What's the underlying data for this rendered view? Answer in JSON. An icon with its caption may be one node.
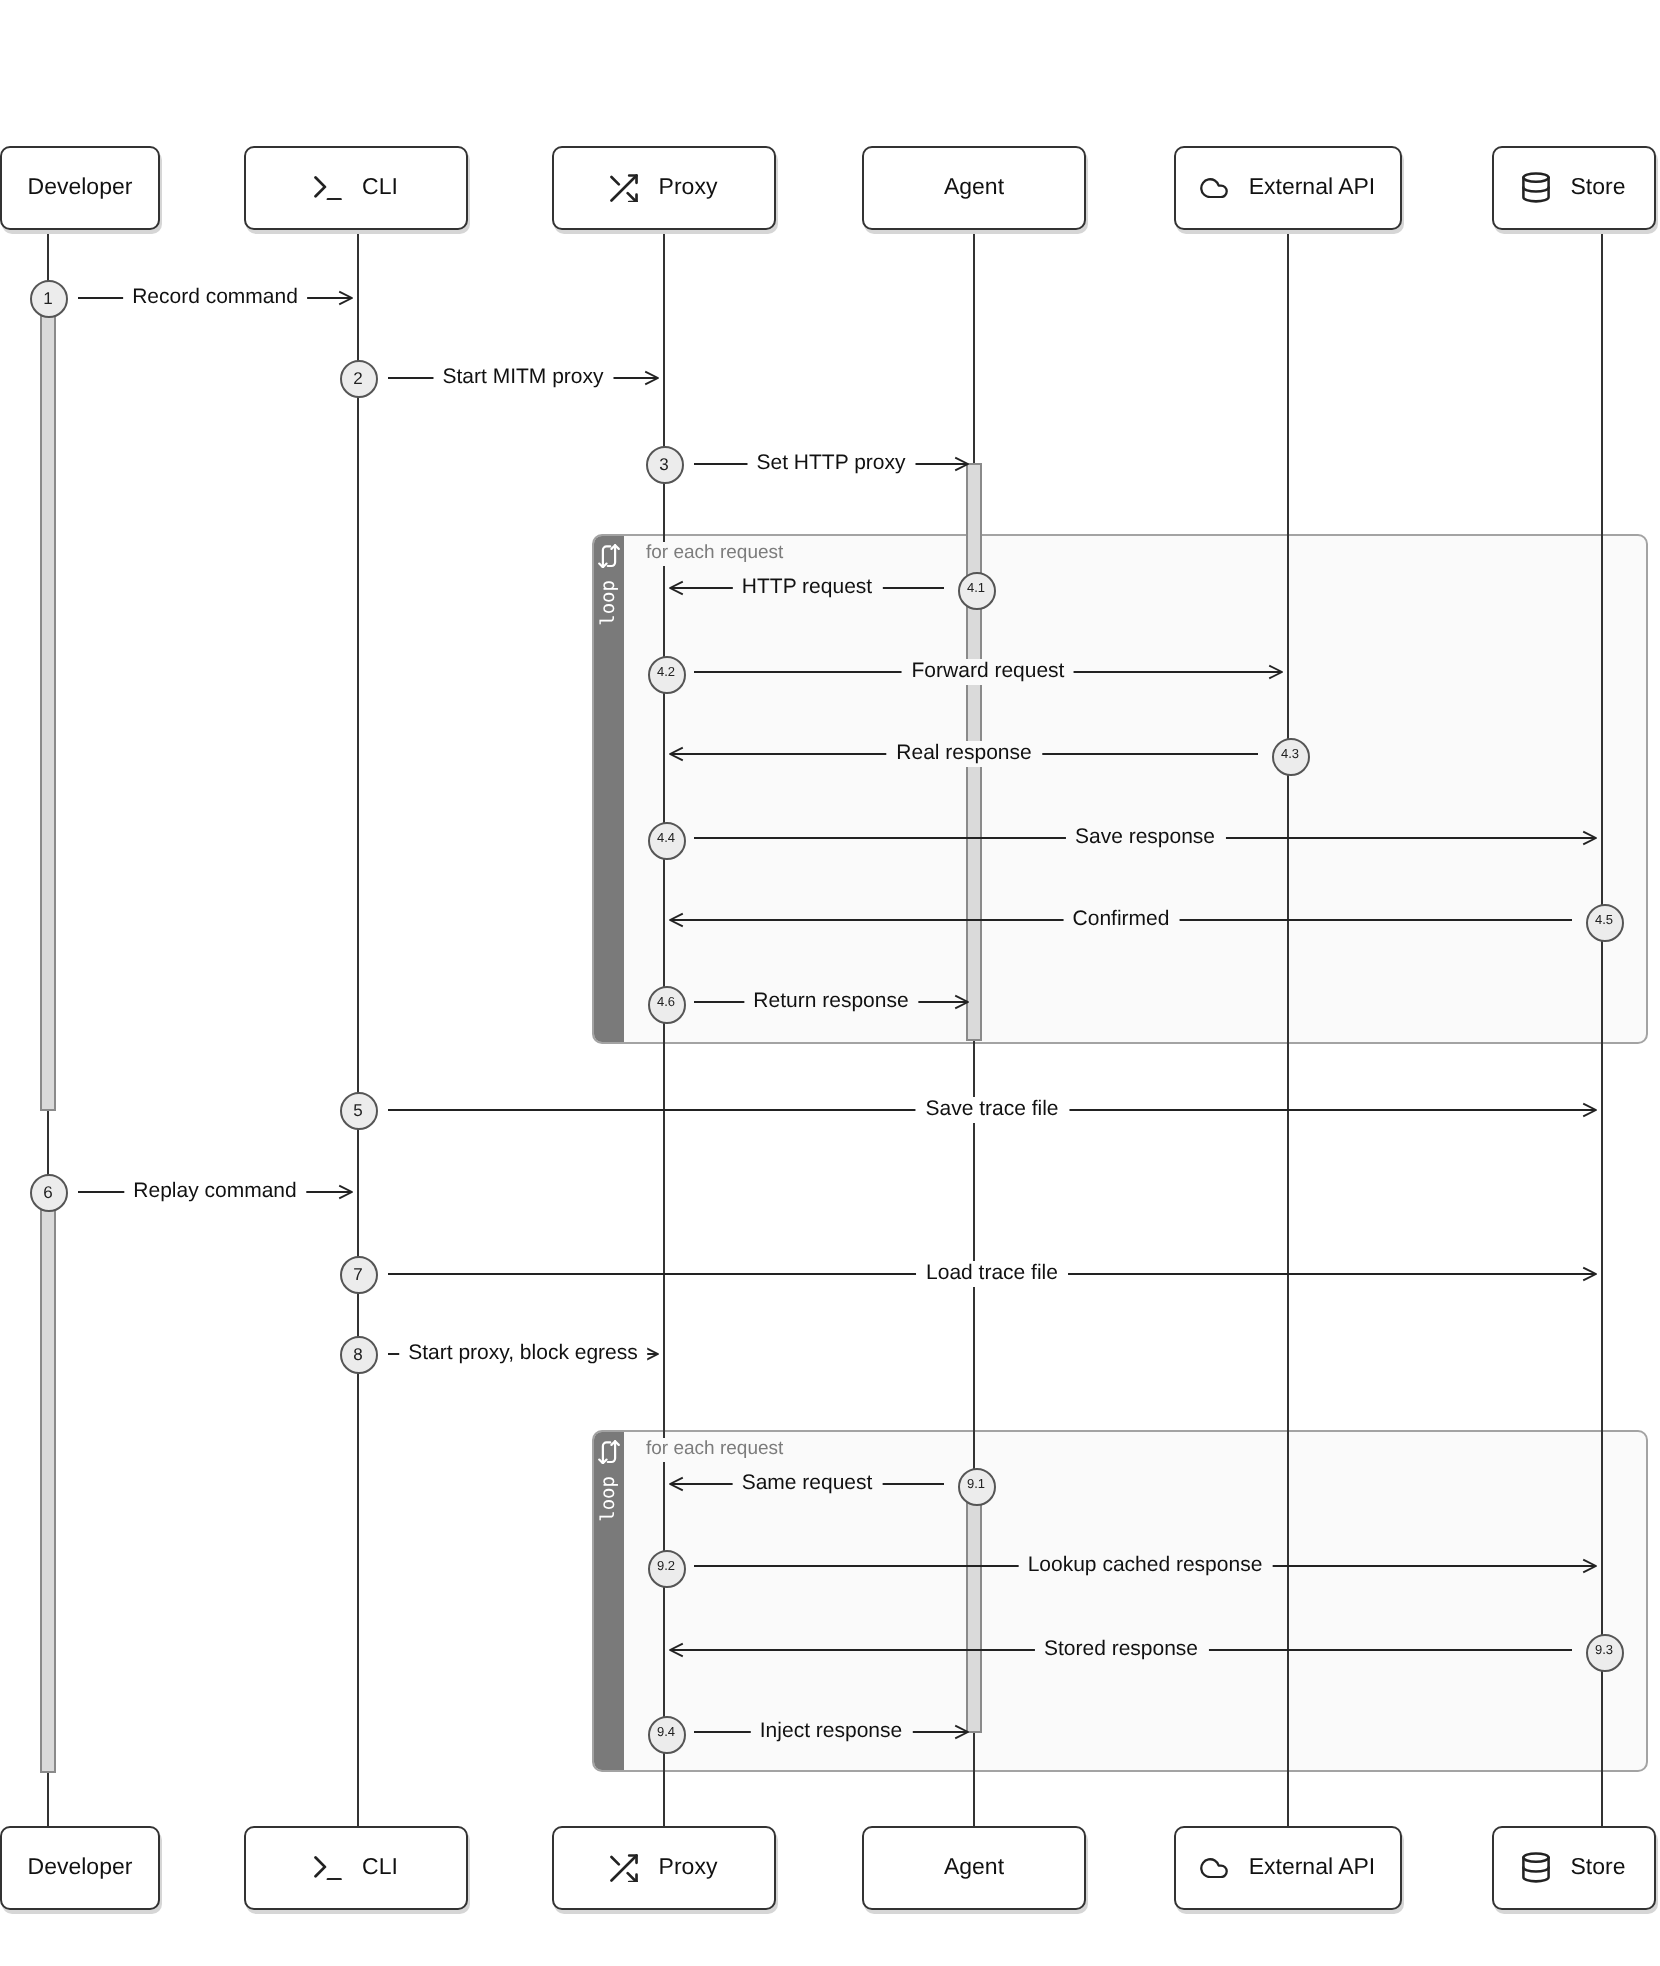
{
  "diagram": {
    "nodes": [
      {
        "text": [
          "Developer"
        ]
      },
      {
        "text": [
          "CLI"
        ]
      },
      {
        "text": [
          "Proxy"
        ]
      },
      {
        "text": [
          "Agent"
        ]
      },
      {
        "text": [
          "External API"
        ]
      },
      {
        "text": [
          "Store"
        ]
      },
      {
        "text": [],
        "shape": "line"
      },
      {
        "text": [],
        "shape": "line"
      },
      {
        "text": [],
        "shape": "line"
      },
      {
        "text": [],
        "shape": "line"
      },
      {
        "text": [],
        "shape": "line"
      },
      {
        "text": [],
        "shape": "line"
      },
      {
        "text": [
          "1"
        ]
      },
      {
        "text": [
          "2"
        ]
      },
      {
        "text": [
          "3"
        ]
      },
      {
        "text": [
          "loop",
          "for each request"
        ]
      },
      {
        "text": [
          "4.1"
        ],
        "in": 15
      },
      {
        "text": [
          "4.2"
        ],
        "in": 15
      },
      {
        "text": [
          "4.3"
        ],
        "in": 15
      },
      {
        "text": [
          "4.4"
        ],
        "in": 15
      },
      {
        "text": [
          "4.5"
        ],
        "in": 15
      },
      {
        "text": [
          "4.6"
        ],
        "in": 15
      },
      {
        "text": [
          "5"
        ]
      },
      {
        "text": [
          "6"
        ]
      },
      {
        "text": [
          "7"
        ]
      },
      {
        "text": [
          "8"
        ]
      },
      {
        "text": [
          "loop",
          "for each request"
        ]
      },
      {
        "text": [
          "9.1"
        ],
        "in": 26
      },
      {
        "text": [
          "9.2"
        ],
        "in": 26
      },
      {
        "text": [
          "9.3"
        ],
        "in": 26
      },
      {
        "text": [
          "9.4"
        ],
        "in": 26
      },
      {
        "text": [
          "Developer"
        ]
      },
      {
        "text": [
          "CLI"
        ]
      },
      {
        "text": [
          "Proxy"
        ]
      },
      {
        "text": [
          "Agent"
        ]
      },
      {
        "text": [
          "External API"
        ]
      },
      {
        "text": [
          "Store"
        ]
      }
    ],
    "edges": [
      {
        "from": 12,
        "to": 7,
        "arrow": "to",
        "label": "Record command"
      },
      {
        "from": 13,
        "to": 8,
        "arrow": "to",
        "label": "Start MITM proxy"
      },
      {
        "from": 14,
        "to": 9,
        "arrow": "to",
        "label": "Set HTTP proxy"
      },
      {
        "from": 16,
        "to": 8,
        "arrow": "to",
        "label": "HTTP request"
      },
      {
        "from": 17,
        "to": 10,
        "arrow": "to",
        "label": "Forward request"
      },
      {
        "from": 18,
        "to": 8,
        "arrow": "to",
        "label": "Real response"
      },
      {
        "from": 19,
        "to": 11,
        "arrow": "to",
        "label": "Save response"
      },
      {
        "from": 20,
        "to": 8,
        "arrow": "to",
        "label": "Confirmed"
      },
      {
        "from": 21,
        "to": 9,
        "arrow": "to",
        "label": "Return response"
      },
      {
        "from": 22,
        "to": 11,
        "arrow": "to",
        "label": "Save trace file"
      },
      {
        "from": 23,
        "to": 7,
        "arrow": "to",
        "label": "Replay command"
      },
      {
        "from": 24,
        "to": 11,
        "arrow": "to",
        "label": "Load trace file"
      },
      {
        "from": 25,
        "to": 8,
        "arrow": "to",
        "label": "Start proxy, block egress"
      },
      {
        "from": 27,
        "to": 8,
        "arrow": "to",
        "label": "Same request"
      },
      {
        "from": 28,
        "to": 11,
        "arrow": "to",
        "label": "Lookup cached response"
      },
      {
        "from": 29,
        "to": 8,
        "arrow": "to",
        "label": "Stored response"
      },
      {
        "from": 30,
        "to": 9,
        "arrow": "to",
        "label": "Inject response"
      }
    ]
  }
}
